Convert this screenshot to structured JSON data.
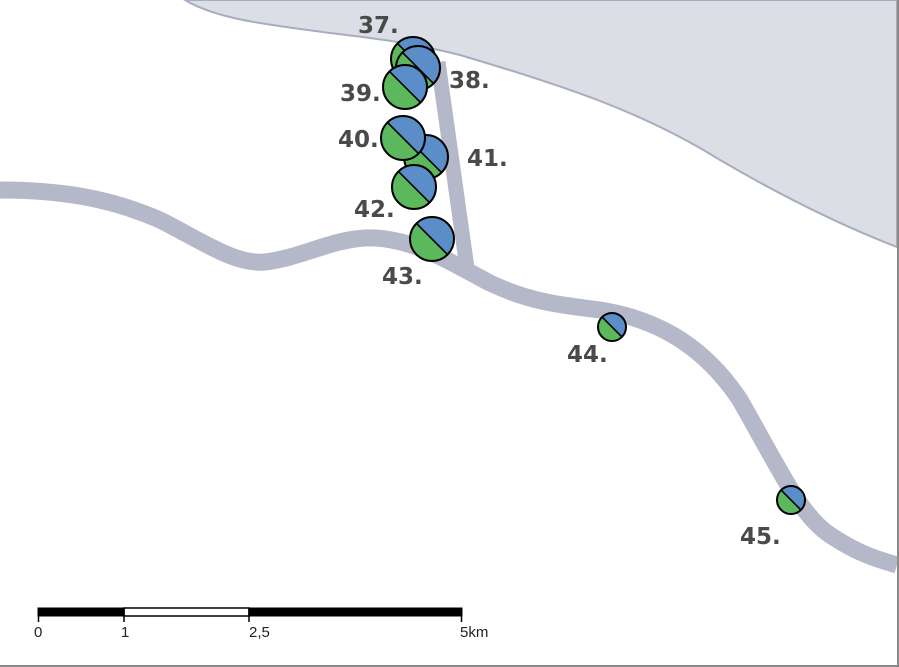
{
  "map": {
    "colors": {
      "background": "#ffffff",
      "water": "#dcdee6",
      "shoreline": "#a9acc0",
      "river": "#b4b8c9",
      "marker_top": "#5b8ec9",
      "marker_bottom": "#5cb85c",
      "label": "#4a4a4a"
    },
    "sites": [
      {
        "id": "37",
        "label": "37.",
        "size": "large"
      },
      {
        "id": "38",
        "label": "38.",
        "size": "large"
      },
      {
        "id": "39",
        "label": "39.",
        "size": "large"
      },
      {
        "id": "40",
        "label": "40.",
        "size": "large"
      },
      {
        "id": "41",
        "label": "41.",
        "size": "large"
      },
      {
        "id": "42",
        "label": "42.",
        "size": "large"
      },
      {
        "id": "43",
        "label": "43.",
        "size": "large"
      },
      {
        "id": "44",
        "label": "44.",
        "size": "small"
      },
      {
        "id": "45",
        "label": "45.",
        "size": "small"
      }
    ],
    "scale_bar": {
      "ticks": [
        "0",
        "1",
        "2,5",
        "5km"
      ]
    }
  }
}
